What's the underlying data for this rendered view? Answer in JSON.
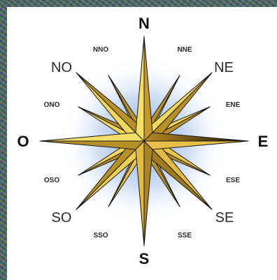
{
  "directions": {
    "N": "N",
    "NNE": "NNE",
    "NE": "NE",
    "ENE": "ENE",
    "E": "E",
    "ESE": "ESE",
    "SE": "SE",
    "SSE": "SSE",
    "S": "S",
    "SSO": "SSO",
    "SO": "SO",
    "OSO": "OSO",
    "O": "O",
    "ONO": "ONO",
    "NO": "NO",
    "NNO": "NNO"
  },
  "colors": {
    "gold_light": "#f3d65a",
    "gold_dark": "#b8902a",
    "outline": "#1a1a1a",
    "glow": "#a9c3ea"
  }
}
